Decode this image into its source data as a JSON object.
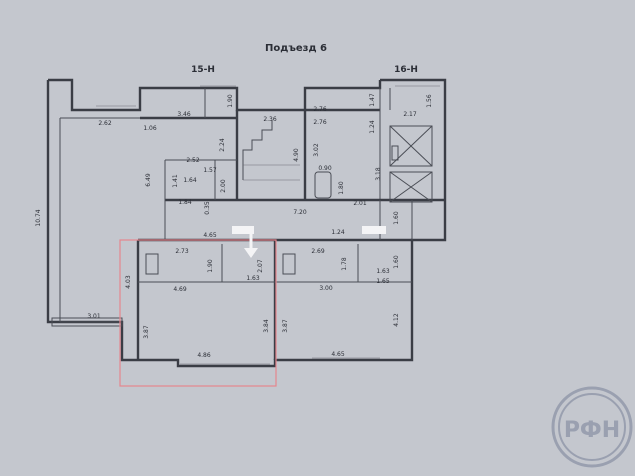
{
  "plan": {
    "title": "Подъезд 6",
    "sections": [
      "15-Н",
      "16-Н"
    ],
    "dimensions": [
      "3.46",
      "1.90",
      "2.62",
      "1.06",
      "2.36",
      "2.76",
      "1.47",
      "2.17",
      "1.56",
      "2.76",
      "1.24",
      "2.52",
      "1.57",
      "1.41",
      "1.64",
      "2.24",
      "2.00",
      "6.49",
      "4.90",
      "3.02",
      "0.90",
      "1.80",
      "3.18",
      "1.84",
      "0.35",
      "7.20",
      "2.01",
      "1.60",
      "10.74",
      "4.65",
      "1.24",
      "2.73",
      "1.90",
      "2.07",
      "2.69",
      "1.78",
      "1.60",
      "4.03",
      "4.69",
      "1.63",
      "3.00",
      "1.63",
      "1.65",
      "3.01",
      "3.87",
      "3.84",
      "3.87",
      "4.12",
      "4.86",
      "4.65"
    ]
  },
  "logo": {
    "text": "РФН"
  },
  "colors": {
    "paper": "#c9ccd3",
    "ink": "#2b2e36",
    "highlight": "#e6868e"
  }
}
